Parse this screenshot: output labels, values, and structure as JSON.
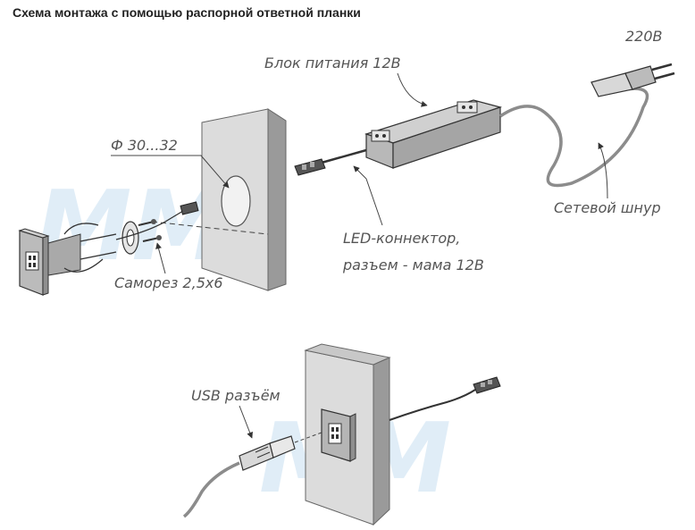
{
  "heading": "Схема монтажа с помощью распорной ответной планки",
  "watermark": "MM",
  "labels": {
    "voltage": "220В",
    "power_supply": "Блок питания 12В",
    "diameter": "Ф 30...32",
    "mains_cord": "Сетевой шнур",
    "led_connector_line1": "LED-коннектор,",
    "led_connector_line2": "разъем - мама 12В",
    "screw": "Саморез 2,5х6",
    "usb": "USB разъём"
  },
  "colors": {
    "panel_front": "#dcdcdc",
    "panel_side": "#9a9a9a",
    "panel_edge": "#bdbdbd",
    "module": "#a9a9a9",
    "cord": "#8c8c8c",
    "watermark": "#d6e8f5"
  }
}
